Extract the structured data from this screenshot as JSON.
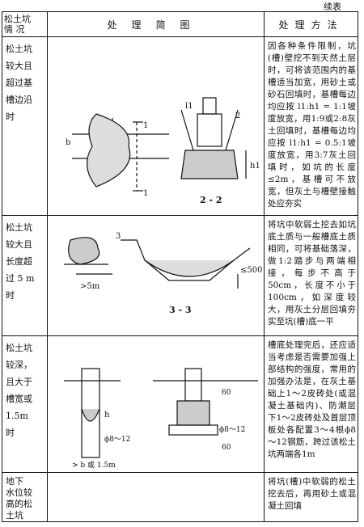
{
  "continuation_label": "续表",
  "headers": {
    "condition": "松土坑\n情 况",
    "diagram": "处理简图",
    "method": "处理方法"
  },
  "rows": [
    {
      "condition": "松土坑\n较大且\n超过基\n槽边沿\n时",
      "method": "因各种条件限制，坑(槽)壁挖不到天然土层时，可将该范围内的基槽适当加宽，用砂土或砂石回填时，基槽每边均应按 l1:h1 = 1:1坡度放宽，用1:9或2:8灰土回填时，基槽每边均应按 l1:h1 = 0.5:1坡度放宽，用3:7灰土回填时，如坑的长度≤2m，基槽可不放宽，但灰土与槽壁接触处应夯实",
      "figure_labels": {
        "section_mark": "1",
        "b": "b",
        "h1": "h1",
        "l1": "l1",
        "section_title": "2 - 2",
        "mark2": "2"
      }
    },
    {
      "condition": "松土坑\n较大且\n长度超\n过 5 m\n时",
      "method": "将坑中软弱土挖去如坑底土质与一般槽底土质相同，可将基础落深，做1:2踏步与两端相接，每步不高于50cm，长度不小于100cm，如深度较大，用灰土分层回填夯实至坑(槽)底一平",
      "figure_labels": {
        "mark3": "3",
        "dim_left": ">5m",
        "dim_right": "≤500",
        "section_title": "3 - 3"
      }
    },
    {
      "condition": "松土坑\n较深，\n且大于\n槽宽或\n1.5m\n时",
      "method": "槽底处理完后，还应适当考虑是否需要加强上部结构的强度，常用的加强办法是，在灰土基础上1～2皮砖处(或混凝土基础内)、防潮层下1～2皮砖处及首层顶板处各配置3～4根ϕ8～12钢筋，跨过该松土坑两端各1m",
      "figure_labels": {
        "h": "h",
        "rebar_left": "ϕ8～12",
        "rebar_right": "ϕ8～12",
        "size_60_top": "60",
        "size_60_bottom": "60",
        "width_note": "> b 或 1.5m"
      }
    },
    {
      "condition": "地下\n水位较\n高的松\n土坑",
      "method": "将坑(槽)中软弱的松土挖去后，再用砂土或混凝土回填"
    }
  ]
}
